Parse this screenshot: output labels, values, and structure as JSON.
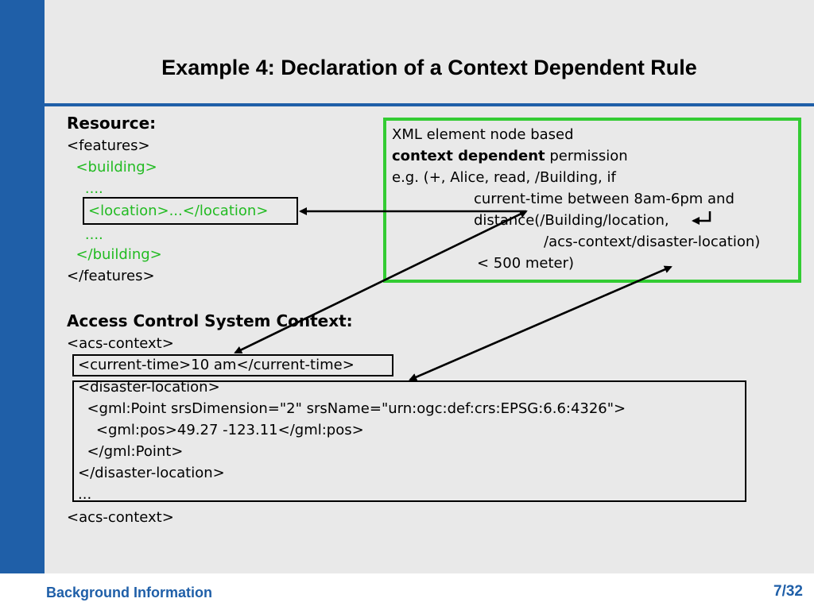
{
  "title": "Example 4: Declaration of a Context Dependent Rule",
  "footer": {
    "section": "Background Information",
    "page": "7/32"
  },
  "resource": {
    "heading": "Resource:",
    "lines": [
      "<features>",
      "  <building>",
      "    ....",
      "<location>...</location>",
      "    ....",
      "  </building>",
      "</features>"
    ]
  },
  "acs": {
    "heading": "Access Control System Context:",
    "lines": [
      "<acs-context>",
      "<current-time>10 am</current-time>",
      "<disaster-location>",
      "  <gml:Point srsDimension=\"2\" srsName=\"urn:ogc:def:crs:EPSG:6.6:4326\">",
      "    <gml:pos>49.27 -123.11</gml:pos>",
      "  </gml:Point>",
      "</disaster-location>",
      "...",
      "<acs-context>"
    ]
  },
  "note": {
    "line1": "XML element node based",
    "line2_bold": "context dependent",
    "line2_rest": " permission",
    "line3": "e.g. (+, Alice, read, /Building, if",
    "line4": "current-time between 8am-6pm and",
    "line5": "distance(/Building/location,",
    "line6": "/acs-context/disaster-location)",
    "line7": "< 500 meter)"
  },
  "colors": {
    "accent": "#1f5fa8",
    "green_text": "#22bb22",
    "green_box": "#33cc33"
  }
}
